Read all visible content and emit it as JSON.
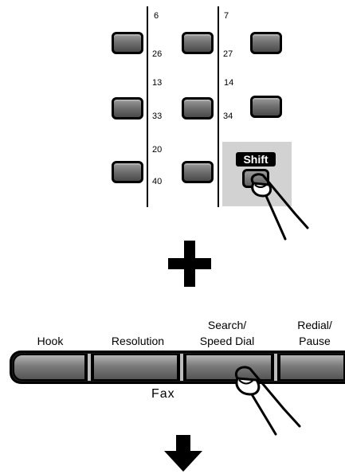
{
  "one_touch": {
    "col_labels": [
      {
        "top": "6",
        "bottom": "26"
      },
      {
        "top": "13",
        "bottom": "33"
      },
      {
        "top": "20",
        "bottom": "40"
      },
      {
        "top": "7",
        "bottom": "27"
      },
      {
        "top": "14",
        "bottom": "34"
      }
    ],
    "shift_label": "Shift"
  },
  "function_keys": {
    "hook": "Hook",
    "resolution": "Resolution",
    "search_line1": "Search/",
    "search_line2": "Speed Dial",
    "redial_line1": "Redial/",
    "redial_line2": "Pause",
    "fax": "Fax"
  },
  "icons": [
    "plus-icon",
    "arrow-down-icon",
    "finger-press-icon"
  ]
}
